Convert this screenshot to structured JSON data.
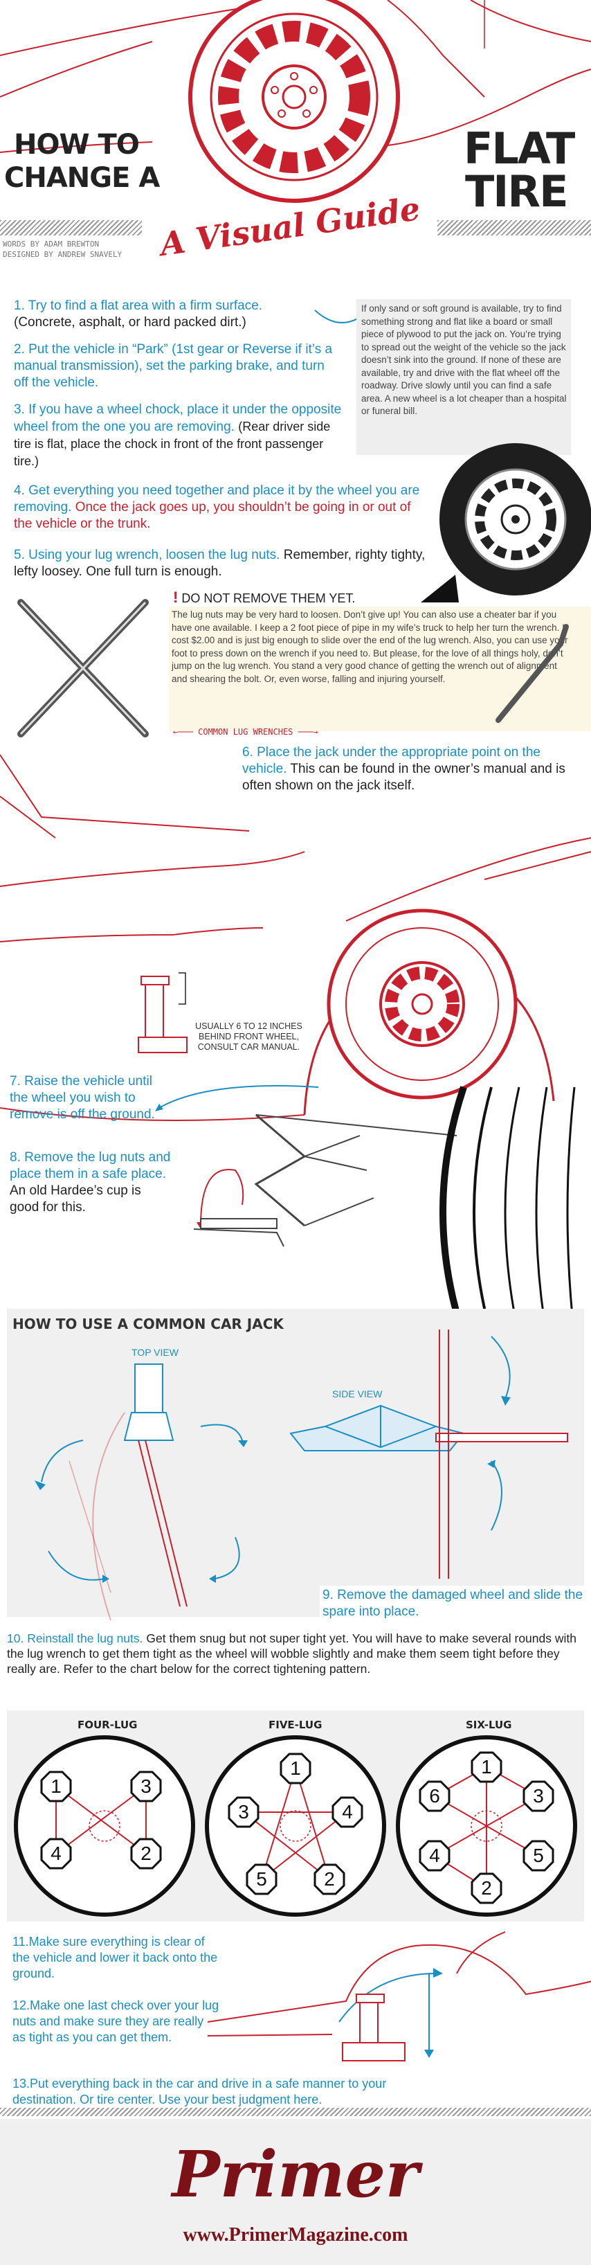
{
  "header": {
    "title_left_1": "HOW TO",
    "title_left_2": "CHANGE A",
    "title_right_1": "FLAT",
    "title_right_2": "TIRE",
    "subtitle": "A Visual Guide",
    "credit_words": "WORDS BY ADAM BREWTON",
    "credit_design": "DESIGNED BY ANDREW SNAVELY"
  },
  "steps": {
    "s1": {
      "lead": "1. Try to find a flat area with a firm surface.",
      "body": "(Concrete, asphalt, or hard packed dirt.)"
    },
    "s2": {
      "lead": "2. Put the vehicle in “Park” (1st gear or Reverse if it’s a manual transmission), set the parking brake, and turn off the vehicle."
    },
    "s3": {
      "lead": "3. If you have a wheel chock, place it under the opposite wheel from the one you are removing.",
      "body": "(Rear driver side tire is flat, place the chock in front of the front passenger tire.)"
    },
    "s4": {
      "lead": "4. Get everything you need together and place it by the wheel you are removing.",
      "warn": "Once the jack goes up, you shouldn’t be going in or out of the vehicle or the trunk."
    },
    "s5": {
      "lead": "5. Using your lug wrench, loosen the lug nuts.",
      "body": "Remember, righty tighty, lefty loosey. One full turn is enough."
    },
    "s6": {
      "lead": "6. Place the jack under the appropriate point on the vehicle.",
      "body": "This can be found in the owner’s manual and is often shown on the jack itself."
    },
    "s7": {
      "lead": "7. Raise the vehicle until the wheel you wish to remove is off the ground."
    },
    "s8": {
      "lead": "8. Remove the lug nuts and place them in a safe place.",
      "body": "An old Hardee’s cup is good for this."
    },
    "s9": {
      "lead": "9. Remove the damaged wheel and slide the spare into place."
    },
    "s10": {
      "lead": "10. Reinstall the lug nuts.",
      "body": "Get them snug but not super tight yet.  You will have to make several rounds with the lug wrench to get them tight as the wheel will wobble slightly and make them seem tight before they really are. Refer to the chart below for the correct tightening pattern."
    },
    "s11": {
      "lead": "11.Make sure everything is clear of the vehicle and lower it back onto the ground."
    },
    "s12": {
      "lead": "12.Make one last check over your lug nuts and make sure they are really as tight as you can get them."
    },
    "s13": {
      "lead": "13.Put everything back in the car and drive in a safe manner to your destination. Or tire center. Use your best judgment here."
    }
  },
  "notes": {
    "soft_ground": "If only sand or soft ground is available, try to find something strong and flat like a board or small piece of plywood to put the jack on.  You’re trying to spread out the weight of the vehicle so the jack doesn’t sink into the ground.  If none of these are available, try and drive with the flat wheel off the roadway.  Drive slowly until you can find a safe area.  A new wheel is a lot cheaper than a hospital or funeral bill.",
    "do_not_remove": "DO NOT REMOVE THEM YET.",
    "lug_tip": "The lug nuts may be very hard to loosen.  Don’t give up! You can also use a cheater bar if you have one available. I keep a 2 foot piece of pipe in my wife’s truck to help her turn the wrench. It cost $2.00 and is just big enough to slide over the end of the lug wrench. Also, you can use your foot to press down on the wrench if you need to. But please, for the love of all things holy, don’t jump on the lug wrench. You stand a very good chance of getting the wrench out of alignment and shearing the bolt. Or, even worse, falling and injuring yourself.",
    "wrench_caption": "COMMON LUG WRENCHES",
    "jack_caption": "USUALLY 6 TO 12 INCHES BEHIND FRONT WHEEL, CONSULT CAR MANUAL."
  },
  "jack_section": {
    "title": "HOW TO USE A COMMON CAR JACK",
    "top_view": "TOP VIEW",
    "side_view": "SIDE VIEW"
  },
  "lug_patterns": {
    "four": {
      "title": "FOUR-LUG",
      "nuts": [
        "1",
        "3",
        "2",
        "4"
      ]
    },
    "five": {
      "title": "FIVE-LUG",
      "nuts": [
        "1",
        "4",
        "2",
        "5",
        "3"
      ]
    },
    "six": {
      "title": "SIX-LUG",
      "nuts": [
        "1",
        "3",
        "5",
        "2",
        "4",
        "6"
      ]
    }
  },
  "footer": {
    "brand": "Primer",
    "url": "www.PrimerMagazine.com"
  },
  "colors": {
    "accent_blue": "#1b8fc2",
    "accent_red": "#c8202c",
    "ink": "#222222"
  }
}
